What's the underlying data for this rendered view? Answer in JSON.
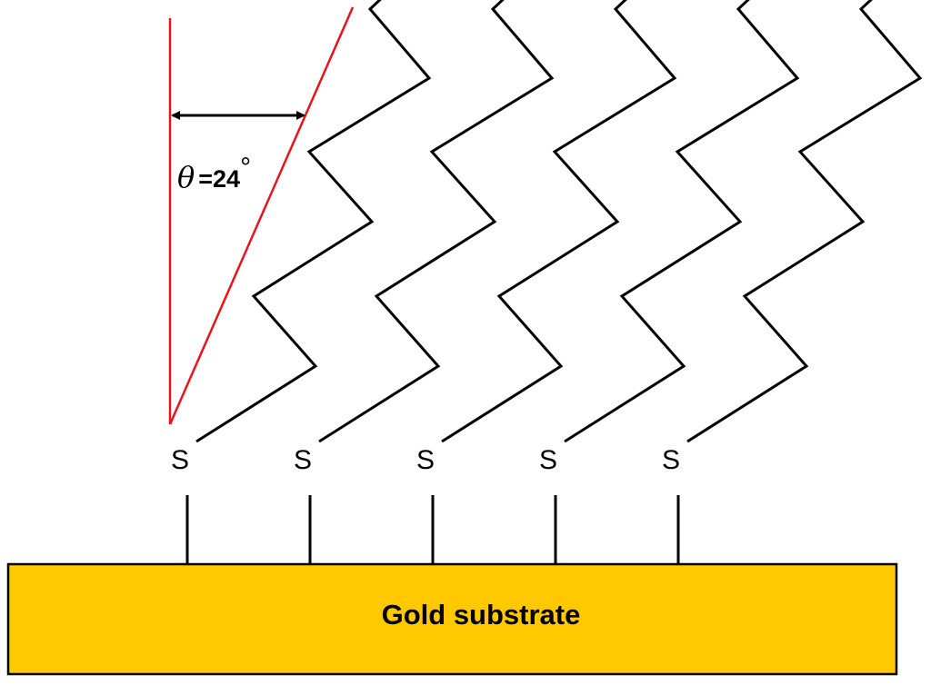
{
  "substrate": {
    "label": "Gold substrate",
    "fill_color": "#FFC800",
    "border_color": "#000000"
  },
  "angle": {
    "symbol": "θ",
    "value_text": "=24",
    "unit_text": "°",
    "tilt_degrees": 24,
    "line_color": "#E8141C"
  },
  "molecules": [
    {
      "head_atom": "S"
    },
    {
      "head_atom": "S"
    },
    {
      "head_atom": "S"
    },
    {
      "head_atom": "S"
    },
    {
      "head_atom": "S"
    }
  ],
  "chain_color": "#000000"
}
